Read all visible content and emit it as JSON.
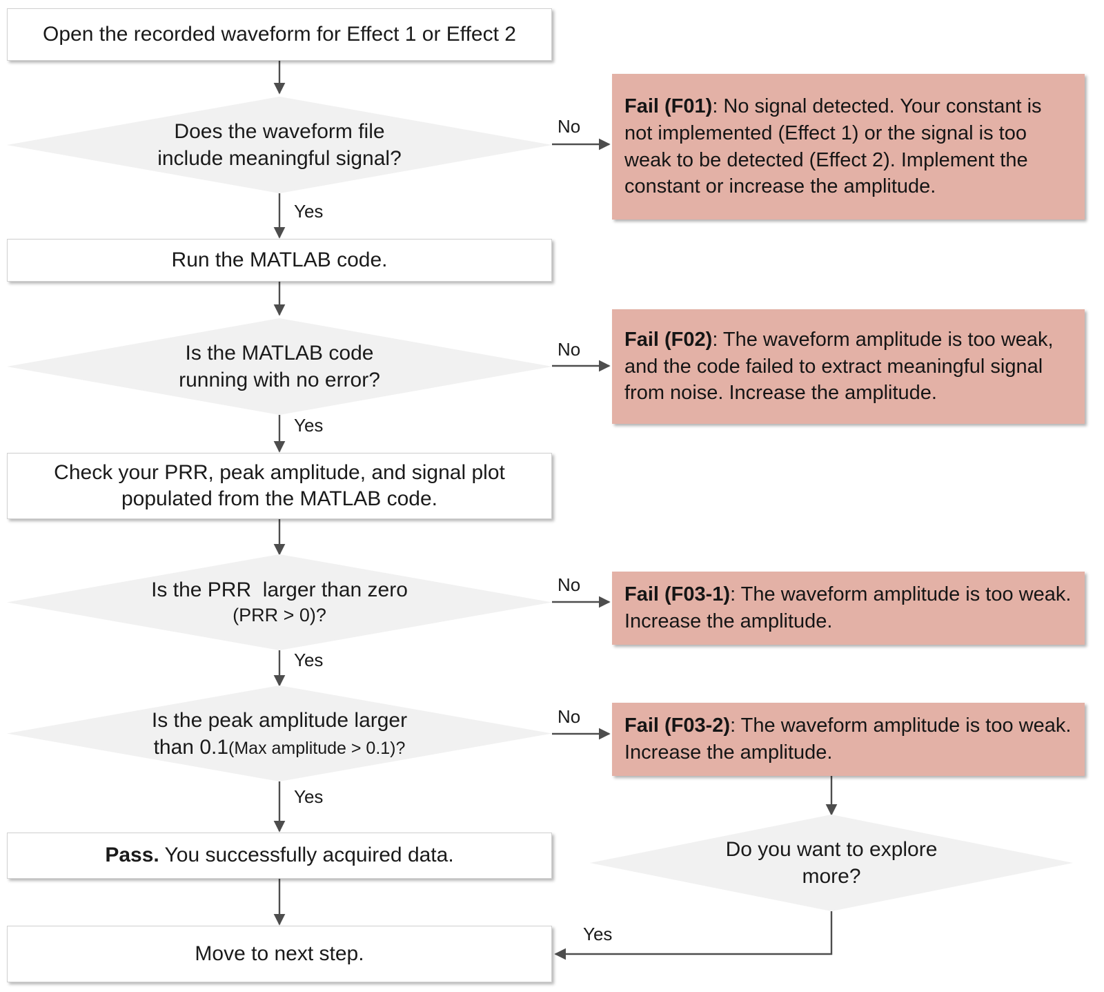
{
  "diagram": {
    "title": "Waveform data acquisition troubleshooting flowchart",
    "colors": {
      "process_fill": "#ffffff",
      "decision_fill": "#f1f1f1",
      "fail_fill": "#e3b1a6",
      "edge_stroke": "#4d4d4d",
      "text": "#1a1a1a"
    },
    "nodes": {
      "open_waveform": {
        "type": "process",
        "text": "Open the recorded waveform for Effect 1 or Effect 2"
      },
      "q_meaningful_signal": {
        "type": "decision",
        "line1": "Does the waveform file",
        "line2": "include meaningful signal?"
      },
      "fail_f01": {
        "type": "fail",
        "label": "Fail (F01)",
        "text": ": No signal detected. Your constant is not implemented (Effect 1) or the signal is too weak to be detected (Effect 2). Implement the constant or increase the amplitude."
      },
      "run_matlab": {
        "type": "process",
        "text": "Run the MATLAB code."
      },
      "q_matlab_no_error": {
        "type": "decision",
        "line1": "Is the MATLAB code",
        "line2": "running with no error?"
      },
      "fail_f02": {
        "type": "fail",
        "label": "Fail (F02)",
        "text": ": The waveform amplitude is too weak, and the code failed to extract meaningful signal from noise. Increase the amplitude."
      },
      "check_prr": {
        "type": "process",
        "line1": "Check your PRR, peak amplitude, and signal plot",
        "line2": "populated from the MATLAB code."
      },
      "q_prr_gt_zero": {
        "type": "decision",
        "line1": "Is the PRR  larger than zero",
        "line2": "(PRR > 0)?"
      },
      "fail_f03_1": {
        "type": "fail",
        "label": "Fail (F03-1)",
        "text": ": The waveform amplitude is too weak. Increase the amplitude."
      },
      "q_peak_amplitude": {
        "type": "decision",
        "line1": "Is the peak amplitude larger",
        "line2a": "than 0.1",
        "line2b": "(Max amplitude > 0.1)?"
      },
      "fail_f03_2": {
        "type": "fail",
        "label": "Fail (F03-2)",
        "text": ": The waveform amplitude is too weak. Increase the amplitude."
      },
      "pass": {
        "type": "process",
        "label": "Pass.",
        "text": " You successfully acquired data."
      },
      "q_explore_more": {
        "type": "decision",
        "line1": "Do you want to explore",
        "line2": "more?"
      },
      "move_next": {
        "type": "process",
        "text": "Move to next step."
      }
    },
    "edge_labels": {
      "no_1": "No",
      "yes_1": "Yes",
      "no_2": "No",
      "yes_2": "Yes",
      "no_3": "No",
      "yes_3": "Yes",
      "no_4": "No",
      "yes_4": "Yes",
      "yes_explore": "Yes"
    }
  }
}
